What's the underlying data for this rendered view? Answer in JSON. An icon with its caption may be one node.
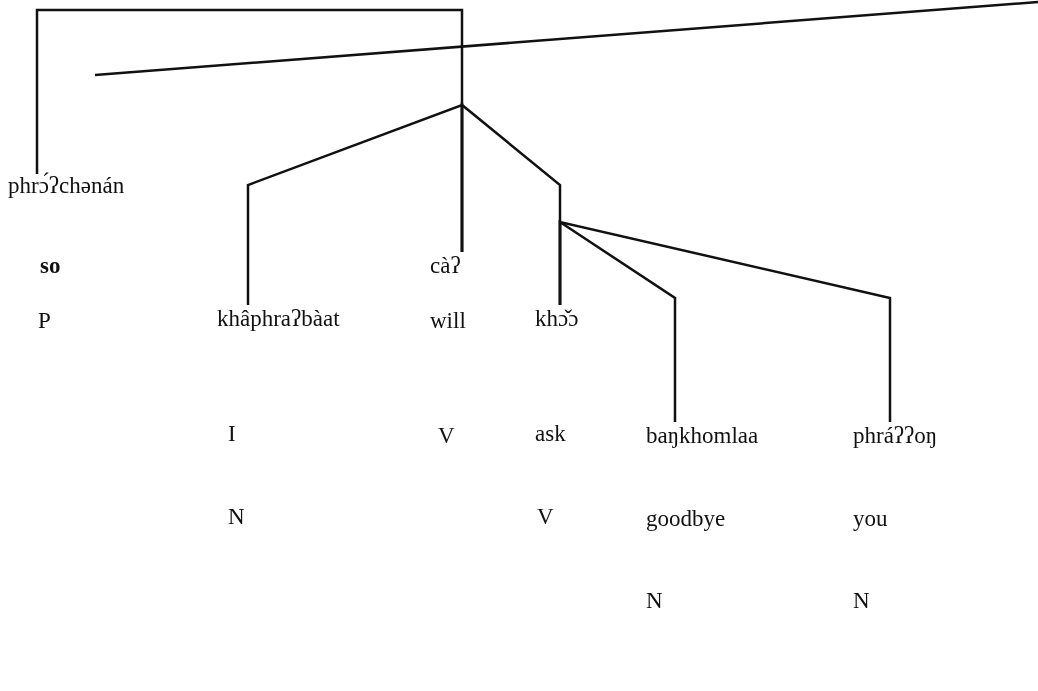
{
  "diagram": {
    "nodes": [
      {
        "text": [
          "phrɔ́ʔchənán",
          "so",
          "P"
        ]
      },
      {
        "text": [
          "khâphraʔbàat",
          "I",
          "N"
        ]
      },
      {
        "text": [
          "càʔ",
          "will",
          "V"
        ]
      },
      {
        "text": [
          "khɔ̌ɔ",
          "ask",
          "V"
        ]
      },
      {
        "text": [
          "baŋkhomlaa",
          "goodbye",
          "N"
        ]
      },
      {
        "text": [
          "phráʔʔoŋ",
          "you",
          "N"
        ]
      }
    ],
    "edges": [
      {
        "from": 2,
        "to": 0,
        "arrow": "none"
      },
      {
        "from": 2,
        "to": 1,
        "arrow": "none"
      },
      {
        "from": 2,
        "to": 3,
        "arrow": "none"
      },
      {
        "from": 3,
        "to": 4,
        "arrow": "none"
      },
      {
        "from": 3,
        "to": 5,
        "arrow": "none"
      }
    ]
  }
}
